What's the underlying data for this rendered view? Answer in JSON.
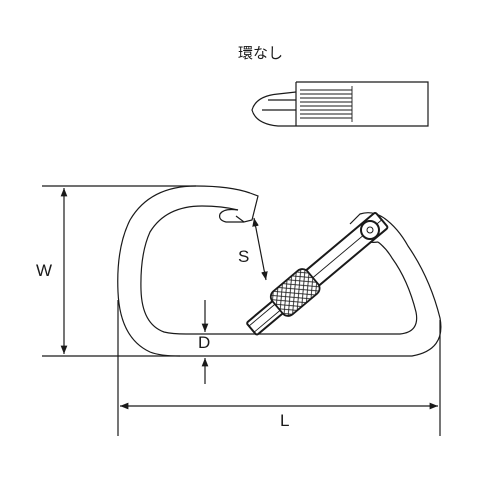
{
  "caption": "環なし",
  "dimensions": {
    "width": "W",
    "length": "L",
    "gate_opening": "S",
    "wire_diameter": "D"
  }
}
